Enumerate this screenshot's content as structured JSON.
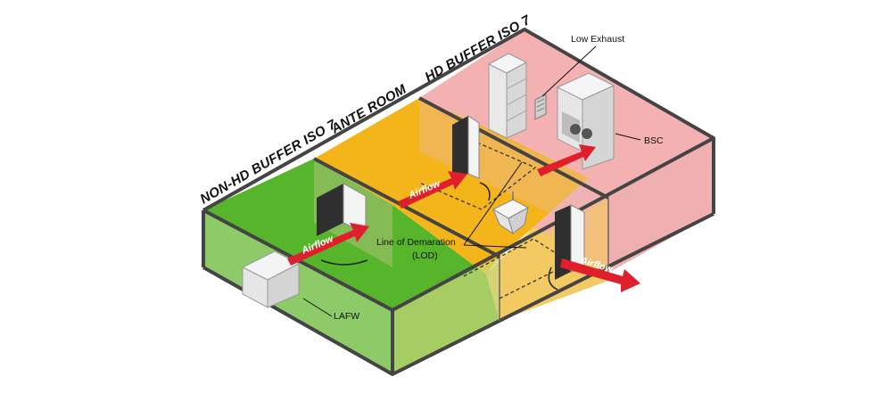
{
  "zones": {
    "non_hd_buffer": "NON-HD BUFFER ISO 7",
    "ante_room": "ANTE ROOM",
    "hd_buffer": "HD BUFFER ISO 7"
  },
  "callouts": {
    "low_exhaust": "Low Exhaust",
    "bsc": "BSC",
    "lafw": "LAFW",
    "lod_line1": "Line of Demaration",
    "lod_line2": "(LOD)"
  },
  "airflow_label": "Airflow",
  "colors": {
    "non_hd": "#52b329",
    "ante": "#f2b21a",
    "hd": "#f1a7a7",
    "arrow": "#e01f2d",
    "wall": "#4a4a4a"
  }
}
